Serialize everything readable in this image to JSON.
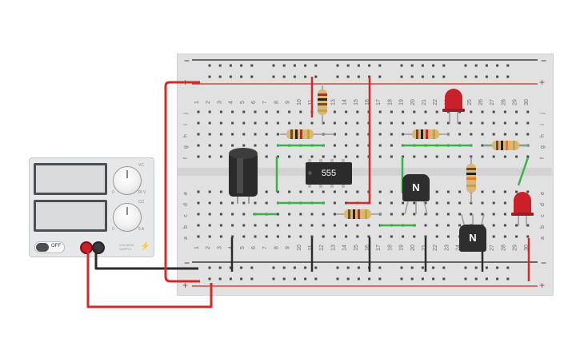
{
  "power_supply": {
    "switch_label": "OFF",
    "voltage_range": [
      "0",
      "30 V"
    ],
    "current_range": [
      "0",
      "5 A"
    ],
    "brand": [
      "VOLTAGE",
      "SUPPLY"
    ],
    "voltage_mark": "VC",
    "current_mark": "CC"
  },
  "breadboard": {
    "columns": [
      "1",
      "2",
      "3",
      "4",
      "5",
      "6",
      "7",
      "8",
      "9",
      "10",
      "11",
      "12",
      "13",
      "14",
      "15",
      "16",
      "17",
      "18",
      "19",
      "20",
      "21",
      "22",
      "23",
      "24",
      "25",
      "26",
      "27",
      "28",
      "29",
      "30"
    ],
    "rows_top": [
      "j",
      "i",
      "h",
      "g",
      "f"
    ],
    "rows_bottom": [
      "e",
      "d",
      "c",
      "b",
      "a"
    ],
    "rail_minus": "−",
    "rail_plus": "+"
  },
  "components": {
    "ic_label": "555",
    "transistor_label": "N"
  },
  "colors": {
    "wire_red": "#d12a2a",
    "wire_black": "#2b2b2b",
    "wire_green": "#38b24a",
    "rail_red": "#d12a2a",
    "rail_black": "#1e1e1e",
    "led_red": "#c9202a"
  }
}
